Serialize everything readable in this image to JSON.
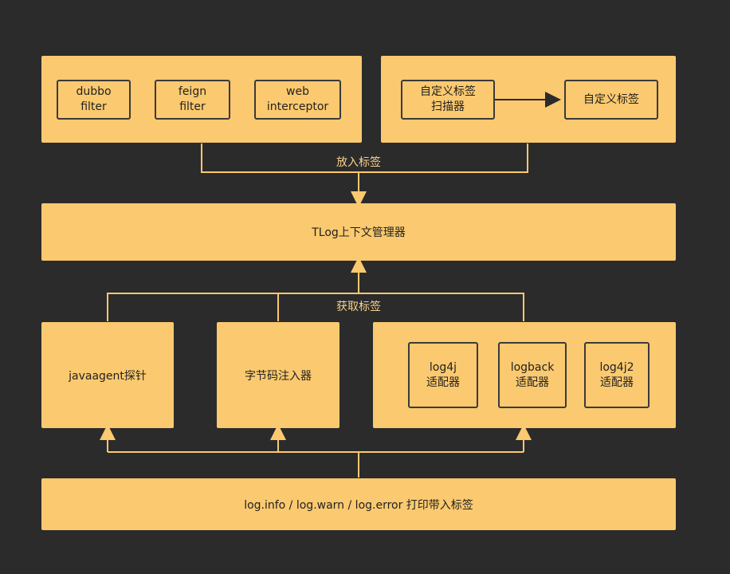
{
  "diagram": {
    "top_left": {
      "nodes": [
        "dubbo\nfilter",
        "feign\nfilter",
        "web\ninterceptor"
      ]
    },
    "top_right": {
      "scanner": "自定义标签\n扫描器",
      "tag": "自定义标签"
    },
    "edge_put_tag": "放入标签",
    "context_manager": "TLog上下文管理器",
    "edge_get_tag": "获取标签",
    "javaagent": "javaagent探针",
    "bytecode": "字节码注入器",
    "adapters": [
      "log4j\n适配器",
      "logback\n适配器",
      "log4j2\n适配器"
    ],
    "bottom": "log.info / log.warn / log.error 打印带入标签"
  },
  "colors": {
    "background": "#2b2b2b",
    "box_fill": "#fbc96f",
    "box_border": "#3a3a3a",
    "connector": "#fbc96f",
    "connector_label": "#f7d18a"
  }
}
